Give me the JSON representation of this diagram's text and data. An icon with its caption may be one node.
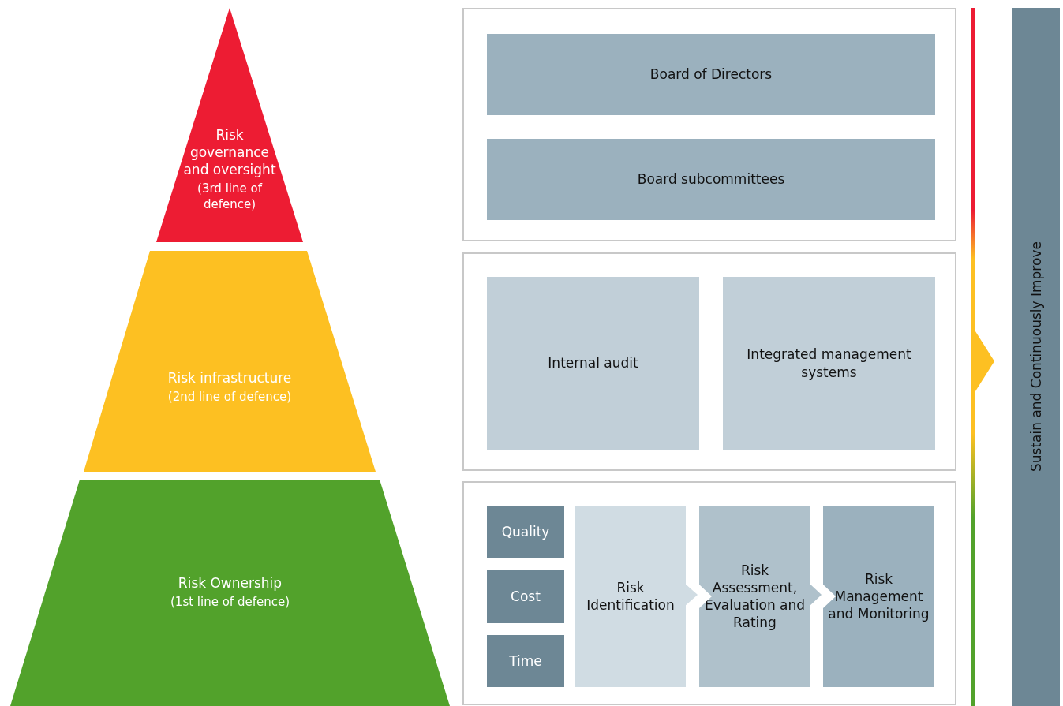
{
  "diagram": {
    "nodes": [
      {
        "text": [
          "Risk governance and oversight",
          "(3rd line of defence)"
        ]
      },
      {
        "text": [
          "Risk infrastructure",
          "(2nd line of defence)"
        ]
      },
      {
        "text": [
          "Risk Ownership",
          "(1st line of defence)"
        ]
      },
      {
        "text": [],
        "shape": "box"
      },
      {
        "text": [
          "Board of Directors"
        ],
        "in": 3
      },
      {
        "text": [
          "Board subcommittees"
        ],
        "in": 3
      },
      {
        "text": [],
        "shape": "box"
      },
      {
        "text": [
          "Internal audit"
        ],
        "in": 6
      },
      {
        "text": [
          "Integrated management systems"
        ],
        "in": 6
      },
      {
        "text": [],
        "shape": "box"
      },
      {
        "text": [
          "Quality"
        ],
        "in": 9
      },
      {
        "text": [
          "Cost"
        ],
        "in": 9
      },
      {
        "text": [
          "Time"
        ],
        "in": 9
      },
      {
        "text": [
          "Risk Identification"
        ],
        "in": 9
      },
      {
        "text": [
          "Risk Assessment, Evaluation and Rating"
        ],
        "in": 9
      },
      {
        "text": [
          "Risk Management and Monitoring"
        ],
        "in": 9
      },
      {
        "text": [],
        "shape": "bar"
      },
      {
        "text": [
          "Sustain and Continuously Improve"
        ]
      }
    ],
    "edges": [
      {
        "from": 13,
        "to": 14,
        "arrow": "to"
      },
      {
        "from": 14,
        "to": 15,
        "arrow": "to"
      },
      {
        "from": 16,
        "to": 17,
        "arrow": "to",
        "color": "#fdc022"
      }
    ]
  }
}
